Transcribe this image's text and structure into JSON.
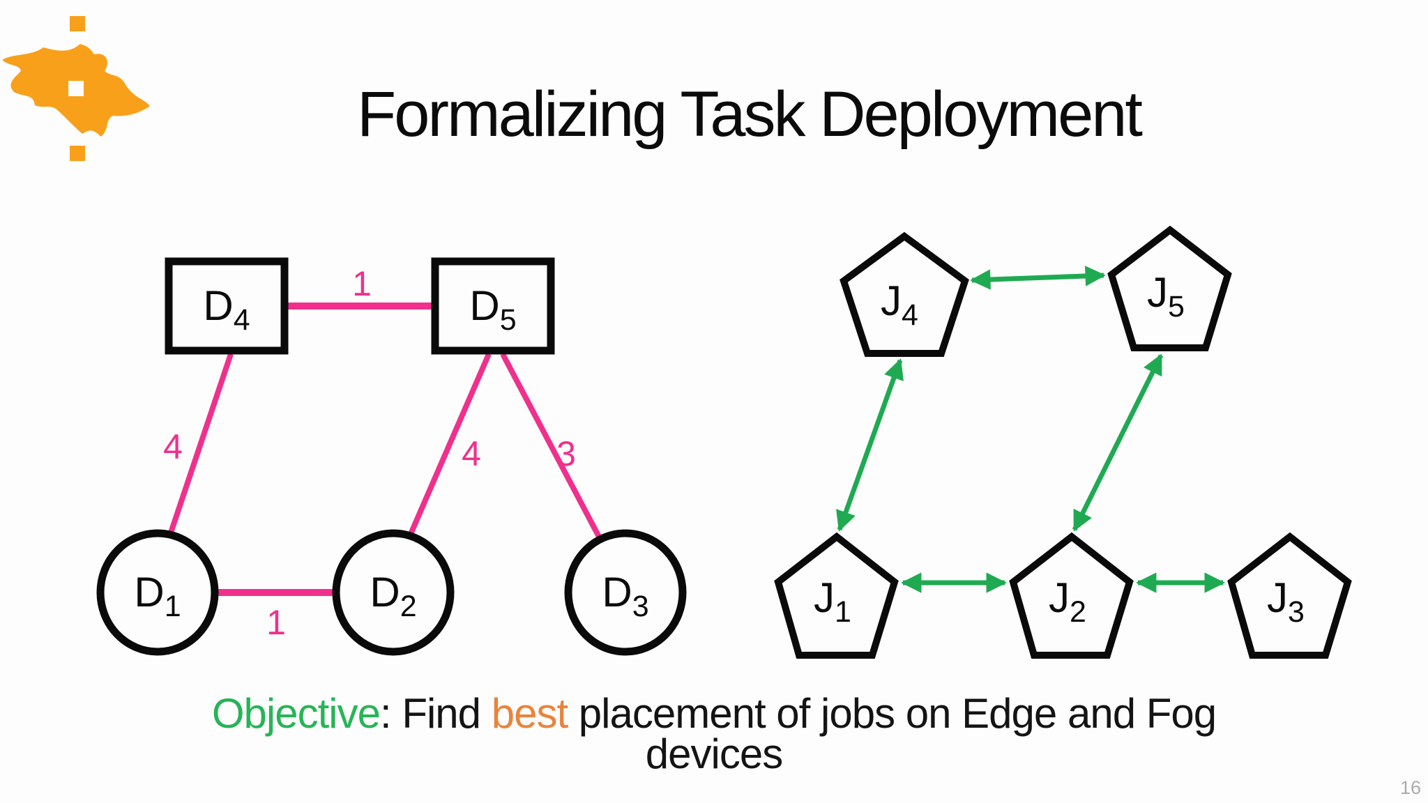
{
  "slide": {
    "title": "Formalizing Task Deployment",
    "page_number": "16"
  },
  "logo": {
    "name": "university-flame-logo",
    "color": "#F9A01B"
  },
  "colors": {
    "device_edge_pink": "#F0308C",
    "job_arrow_green": "#1FAA52",
    "objective_green": "#27B458",
    "best_orange": "#E8843C",
    "node_stroke_black": "#0A0A0A",
    "page_number_gray": "#ABABAB"
  },
  "device_graph": {
    "nodes": [
      {
        "id": "D1",
        "label": "D",
        "sub": "1",
        "shape": "circle"
      },
      {
        "id": "D2",
        "label": "D",
        "sub": "2",
        "shape": "circle"
      },
      {
        "id": "D3",
        "label": "D",
        "sub": "3",
        "shape": "circle"
      },
      {
        "id": "D4",
        "label": "D",
        "sub": "4",
        "shape": "square"
      },
      {
        "id": "D5",
        "label": "D",
        "sub": "5",
        "shape": "square"
      }
    ],
    "edges": [
      {
        "from": "D4",
        "to": "D5",
        "weight": "1"
      },
      {
        "from": "D4",
        "to": "D1",
        "weight": "4"
      },
      {
        "from": "D5",
        "to": "D2",
        "weight": "4"
      },
      {
        "from": "D5",
        "to": "D3",
        "weight": "3"
      },
      {
        "from": "D1",
        "to": "D2",
        "weight": "1"
      }
    ]
  },
  "job_graph": {
    "nodes": [
      {
        "id": "J1",
        "label": "J",
        "sub": "1",
        "shape": "pentagon"
      },
      {
        "id": "J2",
        "label": "J",
        "sub": "2",
        "shape": "pentagon"
      },
      {
        "id": "J3",
        "label": "J",
        "sub": "3",
        "shape": "pentagon"
      },
      {
        "id": "J4",
        "label": "J",
        "sub": "4",
        "shape": "pentagon"
      },
      {
        "id": "J5",
        "label": "J",
        "sub": "5",
        "shape": "pentagon"
      }
    ],
    "edges": [
      {
        "from": "J4",
        "to": "J5",
        "bidirectional": true
      },
      {
        "from": "J1",
        "to": "J4",
        "bidirectional": true
      },
      {
        "from": "J2",
        "to": "J5",
        "bidirectional": true
      },
      {
        "from": "J1",
        "to": "J2",
        "bidirectional": true
      },
      {
        "from": "J2",
        "to": "J3",
        "bidirectional": true
      }
    ]
  },
  "objective": {
    "line1": [
      {
        "text": "Objective",
        "style": "green"
      },
      {
        "text": ": Find ",
        "style": "black"
      },
      {
        "text": "best",
        "style": "orange"
      },
      {
        "text": " placement of jobs on Edge and Fog",
        "style": "black"
      }
    ],
    "line2": "devices"
  }
}
